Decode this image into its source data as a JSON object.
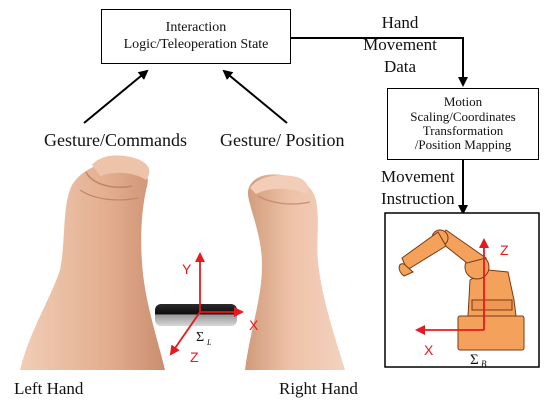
{
  "logic_box": {
    "lines": [
      "Interaction",
      "Logic/Teleoperation State"
    ]
  },
  "motion_box": {
    "lines": [
      "Motion",
      "Scaling/Coordinates",
      "Transformation",
      "/Position Mapping"
    ]
  },
  "flow_labels": {
    "hand_data": [
      "Hand",
      "Movement",
      "Data"
    ],
    "movement_instruction": [
      "Movement",
      "Instruction"
    ],
    "gesture_commands": "Gesture/Commands",
    "gesture_position": "Gesture/ Position"
  },
  "hands": {
    "left": "Left Hand",
    "right": "Right Hand"
  },
  "sensor_frame": {
    "x": "X",
    "y": "Y",
    "z": "Z",
    "sigma": "Σ",
    "sub": "L"
  },
  "robot_frame": {
    "x": "X",
    "z": "Z",
    "sigma": "Σ",
    "sub": "B"
  },
  "colors": {
    "axis_red": "#e8191e",
    "robot_fill": "#f4a15c",
    "robot_stroke": "#7a3a10",
    "skin": "#e6b497",
    "skin_shadow": "#c98e6e",
    "sensor_dark": "#1a1a1a"
  }
}
